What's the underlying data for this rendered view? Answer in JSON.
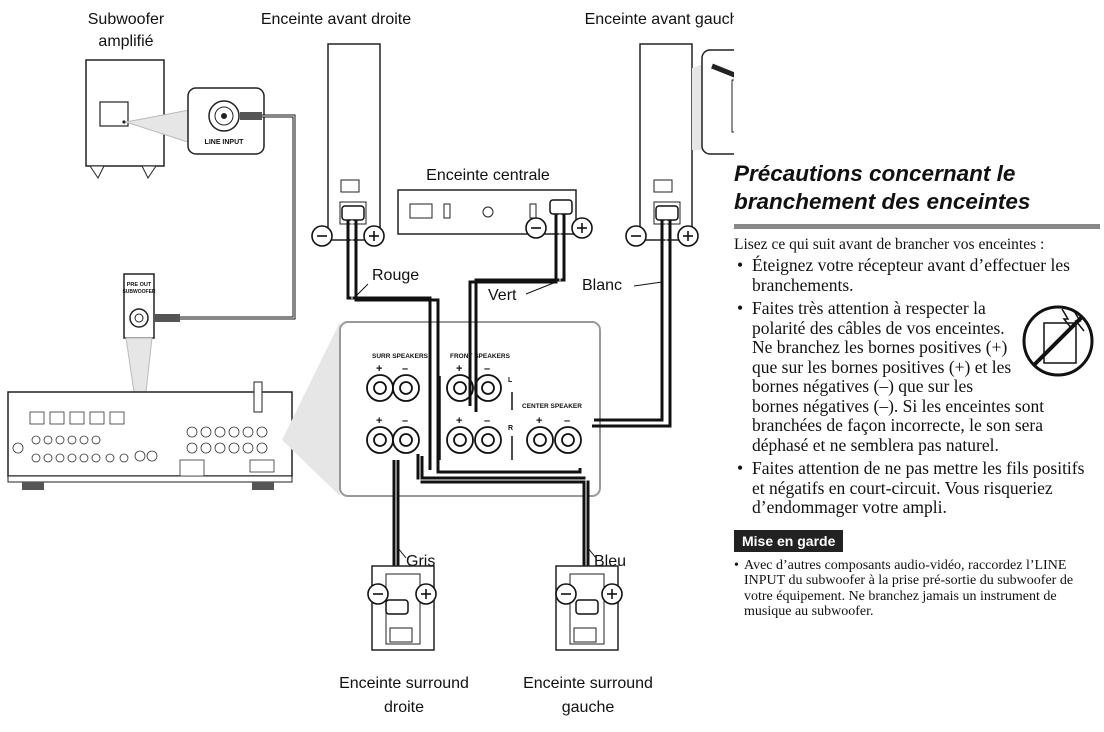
{
  "diagram": {
    "subwoofer_title_line1": "Subwoofer",
    "subwoofer_title_line2": "amplifié",
    "line_input_label": "LINE INPUT",
    "front_right_label": "Enceinte avant droite",
    "front_left_label": "Enceinte avant gauche",
    "center_label": "Enceinte centrale",
    "surround_right_line1": "Enceinte surround",
    "surround_right_line2": "droite",
    "surround_left_line1": "Enceinte surround",
    "surround_left_line2": "gauche",
    "pre_out_line1": "PRE OUT",
    "pre_out_line2": "SUBWOOFER",
    "surr_speakers": "SURR SPEAKERS",
    "front_speakers": "FRONT SPEAKERS",
    "center_speaker": "CENTER SPEAKER",
    "terminal_L": "L",
    "terminal_R": "R",
    "plus": "+",
    "minus": "–",
    "wire_labels": {
      "red": "Rouge",
      "green": "Vert",
      "white": "Blanc",
      "grey": "Gris",
      "blue": "Bleu"
    }
  },
  "precautions": {
    "title_line1": "Précautions concernant le",
    "title_line2": "branchement des enceintes",
    "intro": "Lisez ce qui suit avant de brancher vos enceintes :",
    "bullets": [
      "Éteignez votre récepteur avant d’effectuer les branchements.",
      "Faites très attention à respecter la polarité des câbles de vos enceintes. Ne branchez les bornes positives (+) que sur les bornes positives (+) et les bornes négatives (–) que sur les bornes négatives (–). Si les enceintes sont branchées de façon incorrecte, le son sera déphasé et ne semblera pas naturel.",
      "Faites attention de ne pas mettre les fils positifs et négatifs en court-circuit. Vous risqueriez d’endommager votre ampli."
    ],
    "caution_title": "Mise en garde",
    "caution_bullets": [
      "Avec d’autres composants audio-vidéo, raccordez l’LINE INPUT du subwoofer à la prise pré-sortie du subwoofer de votre équipement. Ne branchez jamais un instrument de musique au subwoofer."
    ]
  },
  "icons": [
    "subwoofer-icon",
    "speaker-icon",
    "receiver-icon",
    "polarity-warning-icon",
    "terminal-closeup-icon",
    "rca-jack-icon"
  ]
}
